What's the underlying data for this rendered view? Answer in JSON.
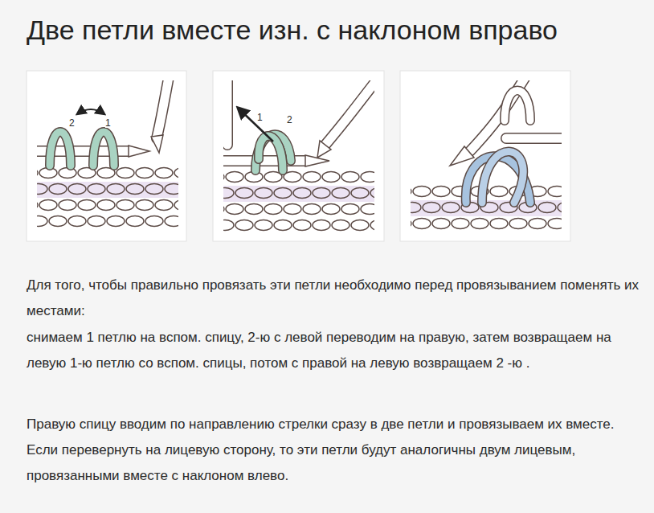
{
  "diagram": {
    "title": "Две петли вместе изн. с наклоном вправо",
    "labels": [
      "2",
      "1",
      "1",
      "2",
      "Для того, чтобы правильно провязать эти петли необходимо перед провязыванием поменять их местами:",
      "снимаем 1 петлю на вспом. спицу, 2-ю с левой переводим на правую, затем возвращаем на левую 1-ю петлю со вспом. спицы, потом с правой на левую возвращаем 2 -ю .",
      "Правую спицу вводим по направлению стрелки сразу в две петли и провязываем их вместе. Если перевернуть на лицевую сторону, то эти петли будут аналогичны двум лицевым, провязанными вместе с наклоном влево."
    ]
  }
}
